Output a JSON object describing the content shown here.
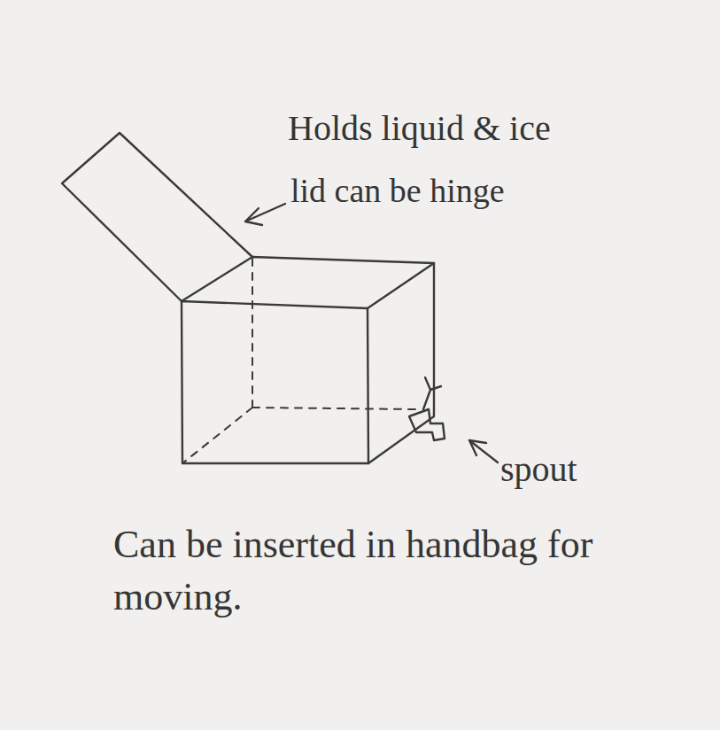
{
  "diagram": {
    "labels": [
      "Holds liquid & ice",
      "lid can be hinge",
      "spout",
      "Can be inserted in handbag for moving."
    ]
  }
}
